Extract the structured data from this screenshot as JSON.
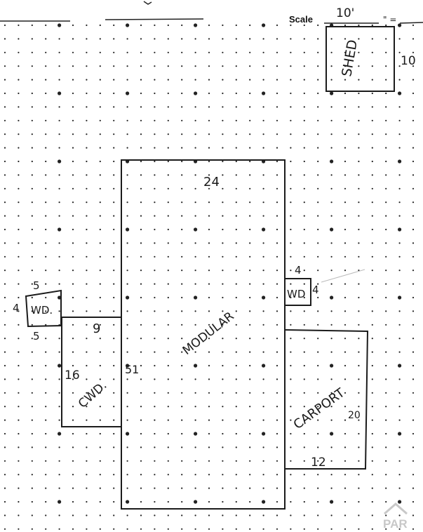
{
  "header": {
    "scale_label": "Scale",
    "scale_value": "10'",
    "scale_suffix": "\" ="
  },
  "shed": {
    "label": "SHED",
    "width": "10'",
    "depth": "10"
  },
  "modular": {
    "label": "MODULAR",
    "width": "24",
    "depth": "51"
  },
  "wood_deck_left": {
    "label": "WD.",
    "top": "5",
    "bottom": "5",
    "side": "4"
  },
  "covered_wood_deck": {
    "label": "CWD.",
    "width": "9",
    "depth": "16"
  },
  "wood_deck_right": {
    "label": "WD",
    "width": "4",
    "depth": "4"
  },
  "carport": {
    "label": "CARPORT",
    "depth": "20",
    "width": "12"
  },
  "watermark": {
    "text": "PAR"
  },
  "colors": {
    "ink": "#1b1b1b",
    "paper": "#ffffff",
    "watermark": "#c8c8c8"
  }
}
